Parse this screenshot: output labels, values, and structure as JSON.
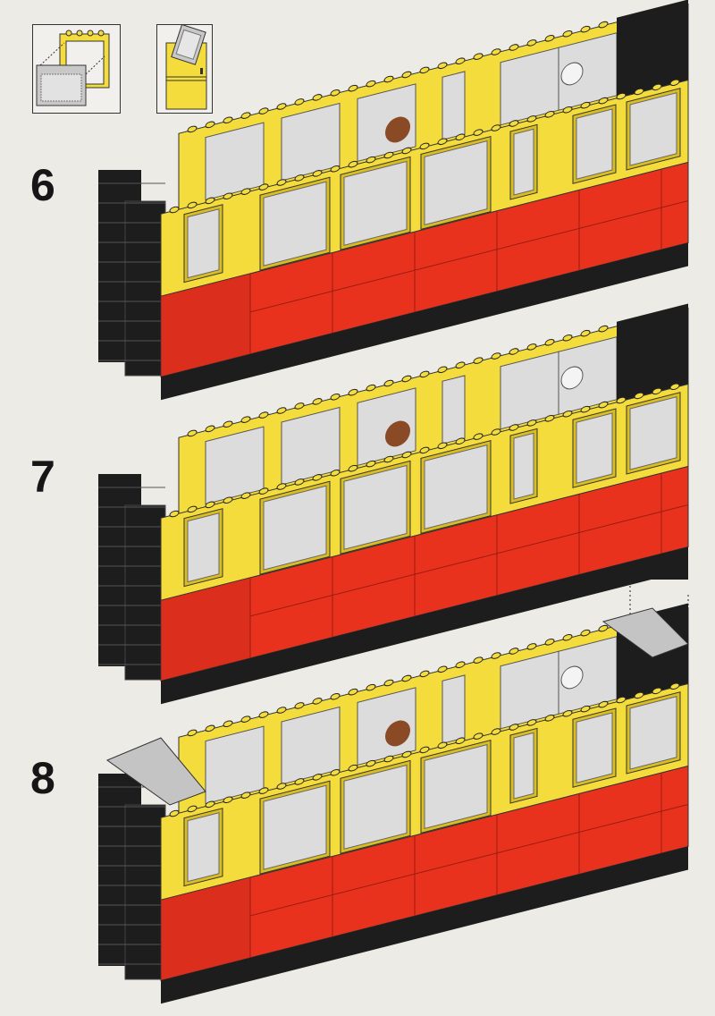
{
  "steps": [
    {
      "number": "6",
      "variant": "open"
    },
    {
      "number": "7",
      "variant": "plate"
    },
    {
      "number": "8",
      "variant": "roof"
    }
  ],
  "colors": {
    "yellow": "#f3dc3c",
    "yellow_dark": "#d9bd22",
    "red": "#e8321e",
    "red_dark": "#c7281a",
    "black": "#1d1d1d",
    "window": "#dcdcdc",
    "grey": "#c4c4c4",
    "paper": "#ecebe6"
  }
}
